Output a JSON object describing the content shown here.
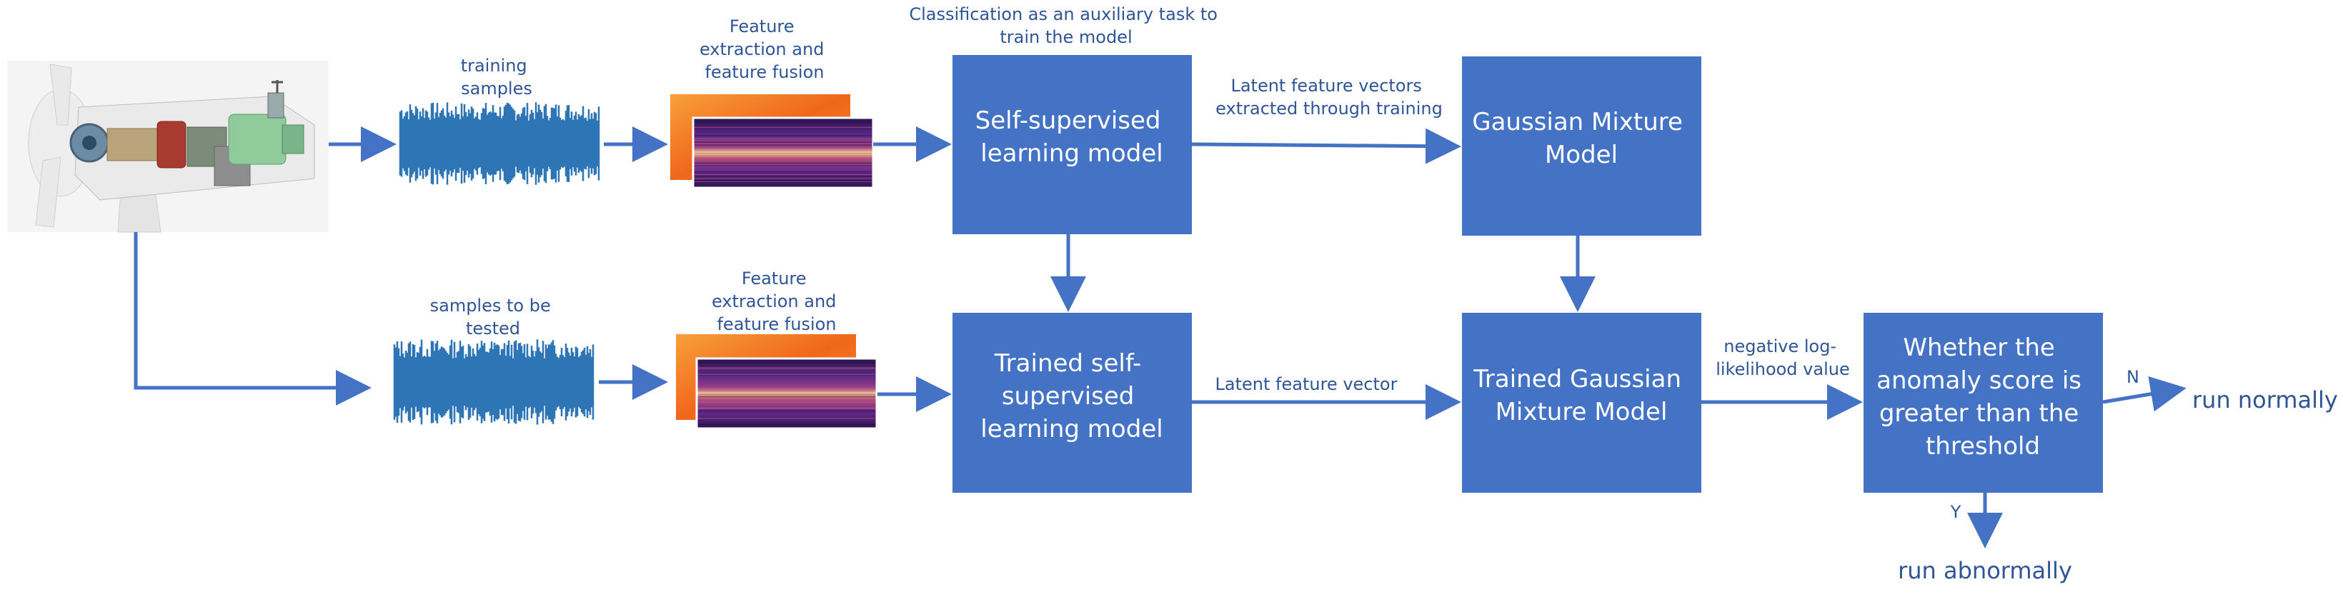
{
  "colors": {
    "box_fill": "#4472C4",
    "arrow": "#4472C4",
    "label_text": "#2F5597",
    "waveform": "#2E75B6",
    "box_text": "#FFFFFF",
    "spectro_dark": "#3B1E6B",
    "spectro_band": "#E8B86A",
    "spectro_orange": "#F2781E"
  },
  "icons": {
    "turbine": "wind-turbine-nacelle",
    "waveform": "audio-waveform",
    "spectrogram": "feature-spectrogram"
  },
  "boxes": {
    "ssl": [
      "Self-supervised",
      "learning model"
    ],
    "gmm": [
      "Gaussian Mixture",
      "Model"
    ],
    "trained_ssl": [
      "Trained self-",
      "supervised",
      "learning model"
    ],
    "trained_gmm": [
      "Trained Gaussian",
      "Mixture Model"
    ],
    "decision": [
      "Whether the",
      "anomaly score is",
      "greater than the",
      "threshold"
    ]
  },
  "labels": {
    "training_samples": [
      "training",
      "samples"
    ],
    "test_samples": [
      "samples to be",
      "tested"
    ],
    "feature_top": [
      "Feature",
      "extraction and",
      "feature fusion"
    ],
    "feature_bottom": [
      "Feature",
      "extraction and",
      "feature fusion"
    ],
    "classification": [
      "Classification as an auxiliary task to",
      "train the model"
    ],
    "latent_vectors": [
      "Latent feature vectors",
      "extracted through training"
    ],
    "latent_vector": [
      "Latent feature vector"
    ],
    "neg_log": [
      "negative log-",
      "likelihood value"
    ],
    "n": "N",
    "y": "Y"
  },
  "outcomes": {
    "normal": "run normally",
    "abnormal": "run abnormally"
  }
}
